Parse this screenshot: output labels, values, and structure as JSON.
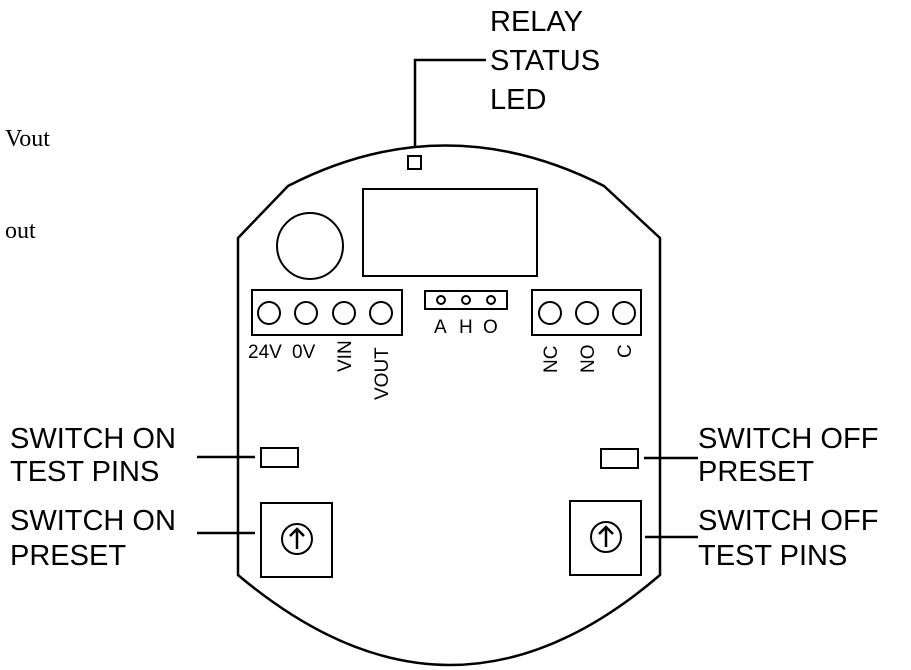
{
  "labels": {
    "relay_status_led": [
      "RELAY",
      "STATUS",
      "LED"
    ],
    "switch_on_test_pins": [
      "SWITCH ON",
      "TEST PINS"
    ],
    "switch_on_preset": [
      "SWITCH ON",
      "PRESET"
    ],
    "switch_off_preset": [
      "SWITCH OFF",
      "PRESET"
    ],
    "switch_off_test_pins": [
      "SWITCH OFF",
      "TEST PINS"
    ]
  },
  "partial_text": {
    "vout": "Vout",
    "out": "out"
  },
  "terminals": {
    "power": [
      "24V",
      "0V",
      "VIN",
      "VOUT"
    ],
    "jumper": [
      "A",
      "H",
      "O"
    ],
    "relay": [
      "NC",
      "NO",
      "C"
    ]
  },
  "colors": {
    "line": "#000000",
    "background": "#ffffff"
  }
}
